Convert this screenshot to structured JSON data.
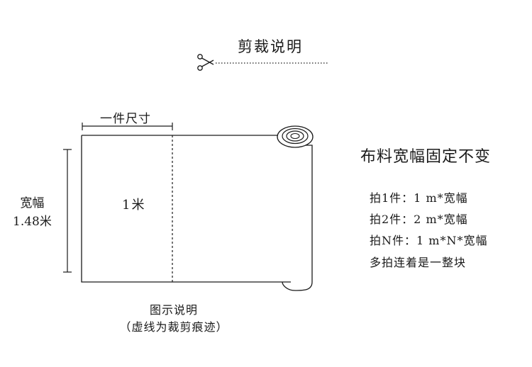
{
  "title": "剪裁说明",
  "diagram": {
    "piece_size_label": "一件尺寸",
    "width_label": "宽幅",
    "width_value": "1.48米",
    "piece_length": "1米"
  },
  "info": {
    "heading": "布料宽幅固定不变",
    "rules": [
      "拍1件：1 m*宽幅",
      "拍2件：2 m*宽幅",
      "拍N件：1 m*N*宽幅",
      "多拍连着是一整块"
    ]
  },
  "caption": {
    "line1": "图示说明",
    "line2": "（虚线为裁剪痕迹）"
  },
  "icons": [
    "scissors-icon"
  ]
}
